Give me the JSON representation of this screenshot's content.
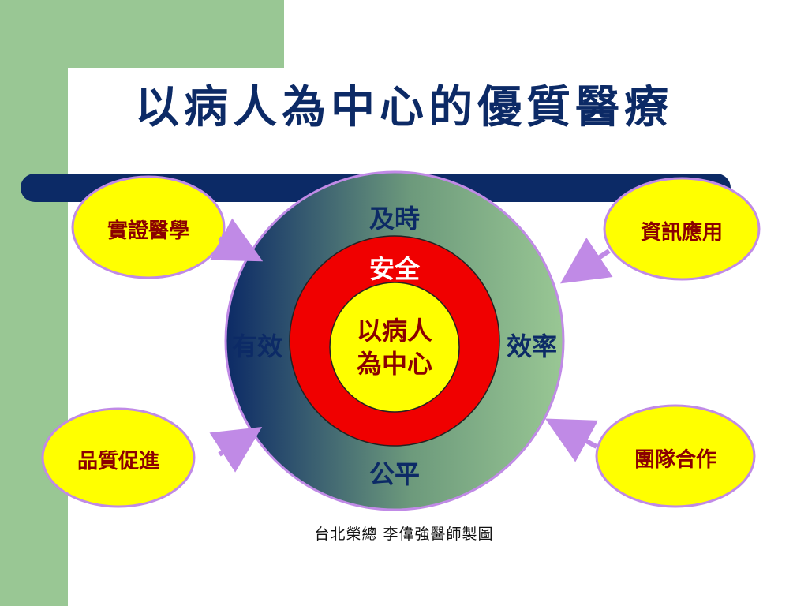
{
  "slide": {
    "title": "以病人為中心的優質醫療",
    "credit": "台北榮總 李偉強醫師製圖"
  },
  "diagram": {
    "center": "以病人為中心",
    "center_line1": "以病人",
    "center_line2": "為中心",
    "inner_ring": "安全",
    "outer_ring": {
      "top": "及時",
      "left": "有效",
      "right": "效率",
      "bottom": "公平"
    },
    "supports": {
      "top_left": "實證醫學",
      "top_right": "資訊應用",
      "bottom_left": "品質促進",
      "bottom_right": "團隊合作"
    }
  },
  "colors": {
    "navy": "#0c2a66",
    "green": "#99c794",
    "red": "#f00000",
    "yellow": "#ffff00",
    "lilac": "#c08ae6"
  }
}
